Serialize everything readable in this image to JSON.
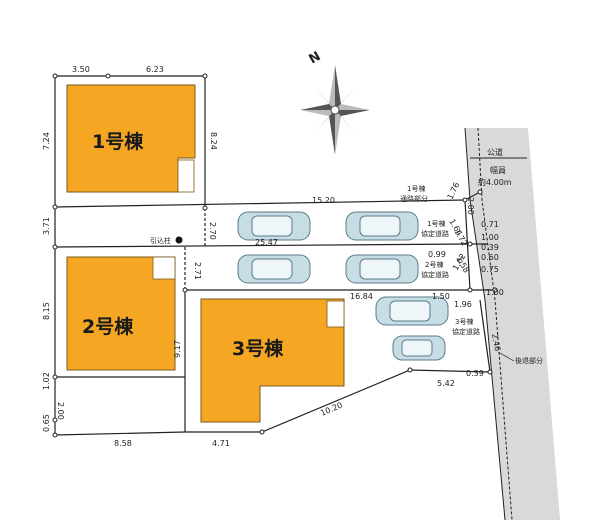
{
  "colors": {
    "building": "#F5A623",
    "building_stroke": "#7a5a1a",
    "road": "#d9d9d9",
    "line": "#222222",
    "car": "#8fb8c8"
  },
  "buildings": [
    {
      "label": "1号棟"
    },
    {
      "label": "2号棟"
    },
    {
      "label": "3号棟"
    }
  ],
  "road": {
    "label": "公道",
    "width_label": "幅員",
    "width_value": "約4.00m"
  },
  "labels": {
    "pole": "引込柱",
    "road1_line1": "1号棟",
    "road1_line2": "通路部分",
    "road1a_line1": "1号棟",
    "road1a_line2": "協定道路",
    "road2_line1": "2号棟",
    "road2_line2": "協定道路",
    "road3_line1": "3号棟",
    "road3_line2": "協定道路",
    "setback": "後退部分"
  },
  "compass": {
    "north": "N"
  },
  "dimensions": {
    "d_350": "3.50",
    "d_623": "6.23",
    "d_724": "7.24",
    "d_824": "8.24",
    "d_371": "3.71",
    "d_270": "2.70",
    "d_1520": "15.20",
    "d_176": "1.76",
    "d_200": "2.00",
    "d_164": "1.64",
    "d_071": "0.71",
    "d_172": "1.72",
    "d_100a": "1.00",
    "d_039": "0.39",
    "d_2547": "25.47",
    "d_060": "0.60",
    "d_271": "2.71",
    "d_099": "0.99",
    "d_158": "1.58",
    "d_075": "0.75",
    "d_162": "1.62",
    "d_100b": "1.00",
    "d_1684": "16.84",
    "d_150": "1.50",
    "d_196": "1.96",
    "d_815": "8.15",
    "d_917": "9.17",
    "d_246": "2.46",
    "d_102": "1.02",
    "d_200b": "2.00",
    "d_065": "0.65",
    "d_858": "8.58",
    "d_471": "4.71",
    "d_1020": "10.20",
    "d_542": "5.42",
    "d_039b": "0.39"
  }
}
